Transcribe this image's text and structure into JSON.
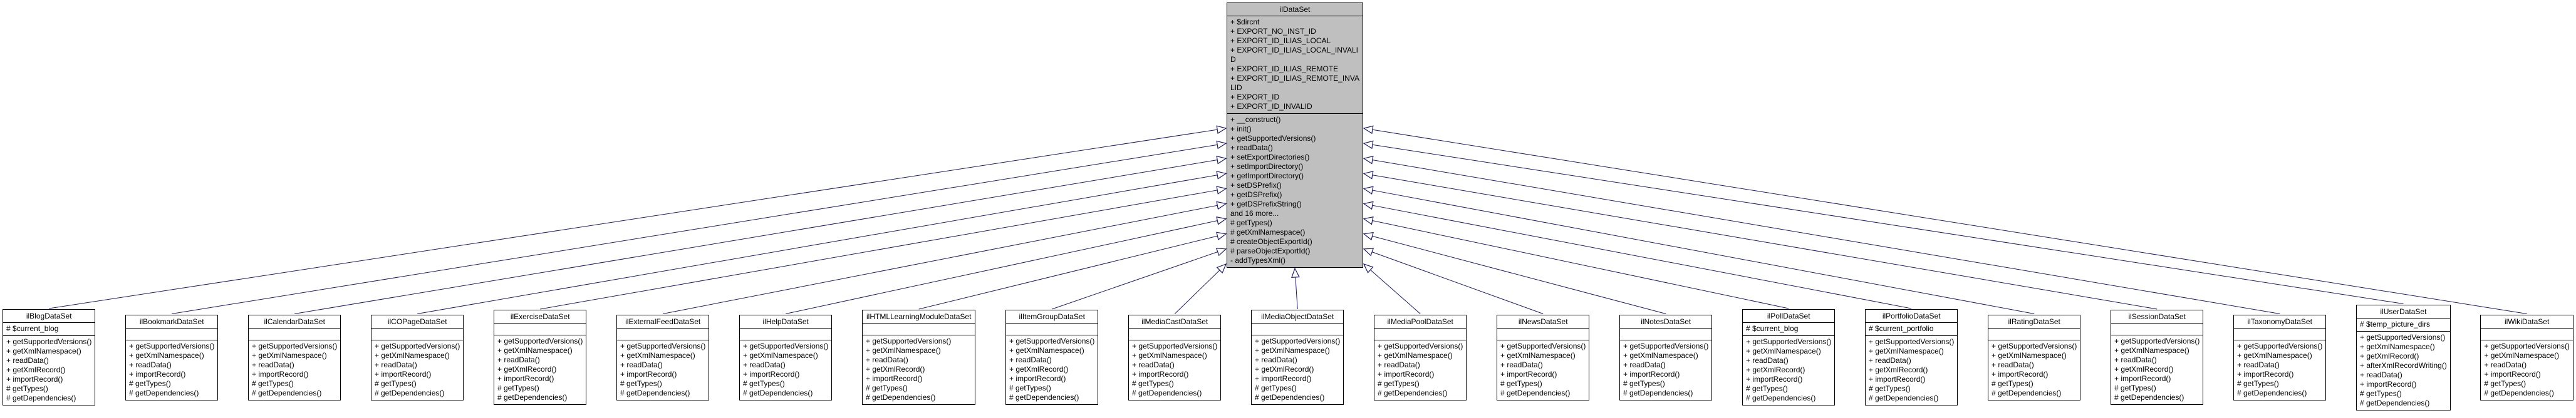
{
  "diagram": {
    "type": "uml-inheritance-graph",
    "background_color": "#ffffff",
    "edge_color": "#191970",
    "node_fill": "#ffffff",
    "highlight_node_fill": "#bfbfbf",
    "border_color": "#000000"
  },
  "parent": {
    "name": "ilDataSet",
    "attributes": [
      "+ $dircnt",
      "+ EXPORT_NO_INST_ID",
      "+ EXPORT_ID_ILIAS_LOCAL",
      "+ EXPORT_ID_ILIAS_LOCAL_INVALID",
      "+ EXPORT_ID_ILIAS_REMOTE",
      "+ EXPORT_ID_ILIAS_REMOTE_INVALID",
      "+ EXPORT_ID",
      "+ EXPORT_ID_INVALID"
    ],
    "methods": [
      "+ __construct()",
      "+ init()",
      "+ getSupportedVersions()",
      "+ readData()",
      "+ setExportDirectories()",
      "+ setImportDirectory()",
      "+ getImportDirectory()",
      "+ setDSPrefix()",
      "+ getDSPrefix()",
      "+ getDSPrefixString()",
      "and 16 more...",
      "# getTypes()",
      "# getXmlNamespace()",
      "# createObjectExportId()",
      "# parseObjectExportId()",
      "- addTypesXml()"
    ]
  },
  "children": [
    {
      "name": "ilBlogDataSet",
      "attributes": [
        "# $current_blog"
      ],
      "methods": [
        "+ getSupportedVersions()",
        "+ getXmlNamespace()",
        "+ readData()",
        "+ getXmlRecord()",
        "+ importRecord()",
        "# getTypes()",
        "# getDependencies()"
      ]
    },
    {
      "name": "ilBookmarkDataSet",
      "attributes": [],
      "methods": [
        "+ getSupportedVersions()",
        "+ getXmlNamespace()",
        "+ readData()",
        "+ importRecord()",
        "# getTypes()",
        "# getDependencies()"
      ]
    },
    {
      "name": "ilCalendarDataSet",
      "attributes": [],
      "methods": [
        "+ getSupportedVersions()",
        "+ getXmlNamespace()",
        "+ readData()",
        "+ importRecord()",
        "# getTypes()",
        "# getDependencies()"
      ]
    },
    {
      "name": "ilCOPageDataSet",
      "attributes": [],
      "methods": [
        "+ getSupportedVersions()",
        "+ getXmlNamespace()",
        "+ readData()",
        "+ importRecord()",
        "# getTypes()",
        "# getDependencies()"
      ]
    },
    {
      "name": "ilExerciseDataSet",
      "attributes": [],
      "methods": [
        "+ getSupportedVersions()",
        "+ getXmlNamespace()",
        "+ readData()",
        "+ getXmlRecord()",
        "+ importRecord()",
        "# getTypes()",
        "# getDependencies()"
      ]
    },
    {
      "name": "ilExternalFeedDataSet",
      "attributes": [],
      "methods": [
        "+ getSupportedVersions()",
        "+ getXmlNamespace()",
        "+ readData()",
        "+ importRecord()",
        "# getTypes()",
        "# getDependencies()"
      ]
    },
    {
      "name": "ilHelpDataSet",
      "attributes": [],
      "methods": [
        "+ getSupportedVersions()",
        "+ getXmlNamespace()",
        "+ readData()",
        "+ importRecord()",
        "# getTypes()",
        "# getDependencies()"
      ]
    },
    {
      "name": "ilHTMLLearningModuleDataSet",
      "attributes": [],
      "methods": [
        "+ getSupportedVersions()",
        "+ getXmlNamespace()",
        "+ readData()",
        "+ getXmlRecord()",
        "+ importRecord()",
        "# getTypes()",
        "# getDependencies()"
      ]
    },
    {
      "name": "ilItemGroupDataSet",
      "attributes": [],
      "methods": [
        "+ getSupportedVersions()",
        "+ getXmlNamespace()",
        "+ readData()",
        "+ getXmlRecord()",
        "+ importRecord()",
        "# getTypes()",
        "# getDependencies()"
      ]
    },
    {
      "name": "ilMediaCastDataSet",
      "attributes": [],
      "methods": [
        "+ getSupportedVersions()",
        "+ getXmlNamespace()",
        "+ readData()",
        "+ importRecord()",
        "# getTypes()",
        "# getDependencies()"
      ]
    },
    {
      "name": "ilMediaObjectDataSet",
      "attributes": [],
      "methods": [
        "+ getSupportedVersions()",
        "+ getXmlNamespace()",
        "+ readData()",
        "+ getXmlRecord()",
        "+ importRecord()",
        "# getTypes()",
        "# getDependencies()"
      ]
    },
    {
      "name": "ilMediaPoolDataSet",
      "attributes": [],
      "methods": [
        "+ getSupportedVersions()",
        "+ getXmlNamespace()",
        "+ readData()",
        "+ importRecord()",
        "# getTypes()",
        "# getDependencies()"
      ]
    },
    {
      "name": "ilNewsDataSet",
      "attributes": [],
      "methods": [
        "+ getSupportedVersions()",
        "+ getXmlNamespace()",
        "+ readData()",
        "+ importRecord()",
        "# getTypes()",
        "# getDependencies()"
      ]
    },
    {
      "name": "ilNotesDataSet",
      "attributes": [],
      "methods": [
        "+ getSupportedVersions()",
        "+ getXmlNamespace()",
        "+ readData()",
        "+ importRecord()",
        "# getTypes()",
        "# getDependencies()"
      ]
    },
    {
      "name": "ilPollDataSet",
      "attributes": [
        "# $current_blog"
      ],
      "methods": [
        "+ getSupportedVersions()",
        "+ getXmlNamespace()",
        "+ readData()",
        "+ getXmlRecord()",
        "+ importRecord()",
        "# getTypes()",
        "# getDependencies()"
      ]
    },
    {
      "name": "ilPortfolioDataSet",
      "attributes": [
        "# $current_portfolio"
      ],
      "methods": [
        "+ getSupportedVersions()",
        "+ getXmlNamespace()",
        "+ readData()",
        "+ getXmlRecord()",
        "+ importRecord()",
        "# getTypes()",
        "# getDependencies()"
      ]
    },
    {
      "name": "ilRatingDataSet",
      "attributes": [],
      "methods": [
        "+ getSupportedVersions()",
        "+ getXmlNamespace()",
        "+ readData()",
        "+ importRecord()",
        "# getTypes()",
        "# getDependencies()"
      ]
    },
    {
      "name": "ilSessionDataSet",
      "attributes": [],
      "methods": [
        "+ getSupportedVersions()",
        "+ getXmlNamespace()",
        "+ readData()",
        "+ getXmlRecord()",
        "+ importRecord()",
        "# getTypes()",
        "# getDependencies()"
      ]
    },
    {
      "name": "ilTaxonomyDataSet",
      "attributes": [],
      "methods": [
        "+ getSupportedVersions()",
        "+ getXmlNamespace()",
        "+ readData()",
        "+ importRecord()",
        "# getTypes()",
        "# getDependencies()"
      ]
    },
    {
      "name": "ilUserDataSet",
      "attributes": [
        "# $temp_picture_dirs"
      ],
      "methods": [
        "+ getSupportedVersions()",
        "+ getXmlNamespace()",
        "+ getXmlRecord()",
        "+ afterXmlRecordWriting()",
        "+ readData()",
        "+ importRecord()",
        "# getTypes()",
        "# getDependencies()"
      ]
    },
    {
      "name": "ilWikiDataSet",
      "attributes": [],
      "methods": [
        "+ getSupportedVersions()",
        "+ getXmlNamespace()",
        "+ readData()",
        "+ importRecord()",
        "# getTypes()",
        "# getDependencies()"
      ]
    }
  ]
}
